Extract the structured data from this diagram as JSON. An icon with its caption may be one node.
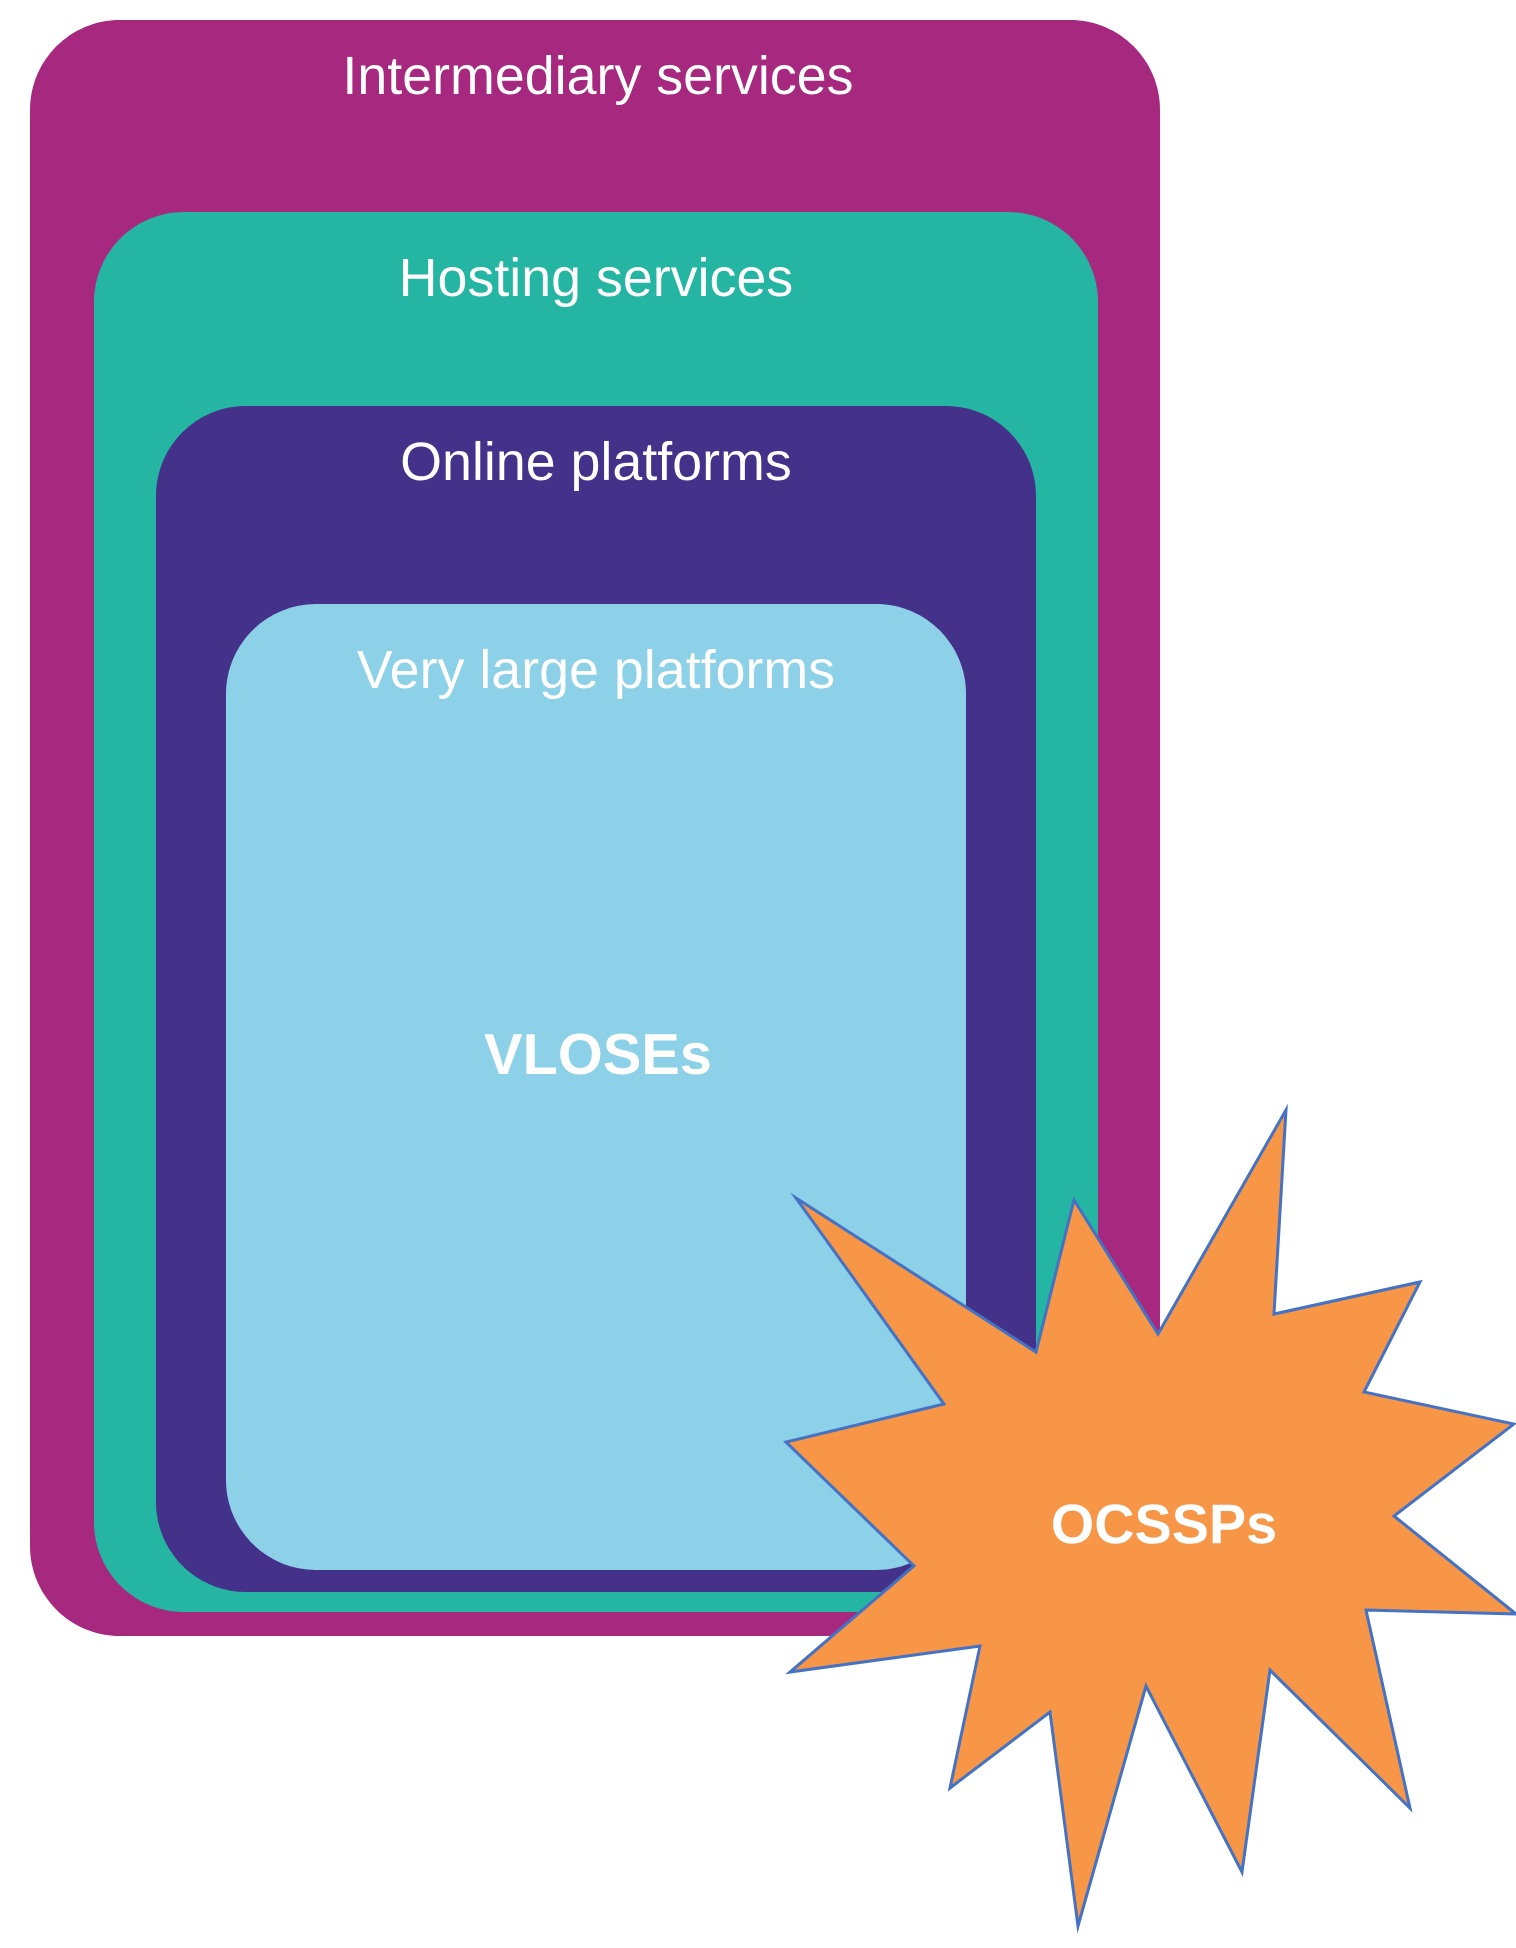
{
  "diagram": {
    "nodes": [
      {
        "text": [
          "Intermediary services"
        ]
      },
      {
        "text": [
          "Hosting services"
        ],
        "in": 0
      },
      {
        "text": [
          "Online platforms"
        ],
        "in": 1
      },
      {
        "text": [
          "Very large platforms",
          "VLOSEs"
        ],
        "in": 2
      },
      {
        "text": [
          "OCSSPs"
        ]
      }
    ]
  }
}
